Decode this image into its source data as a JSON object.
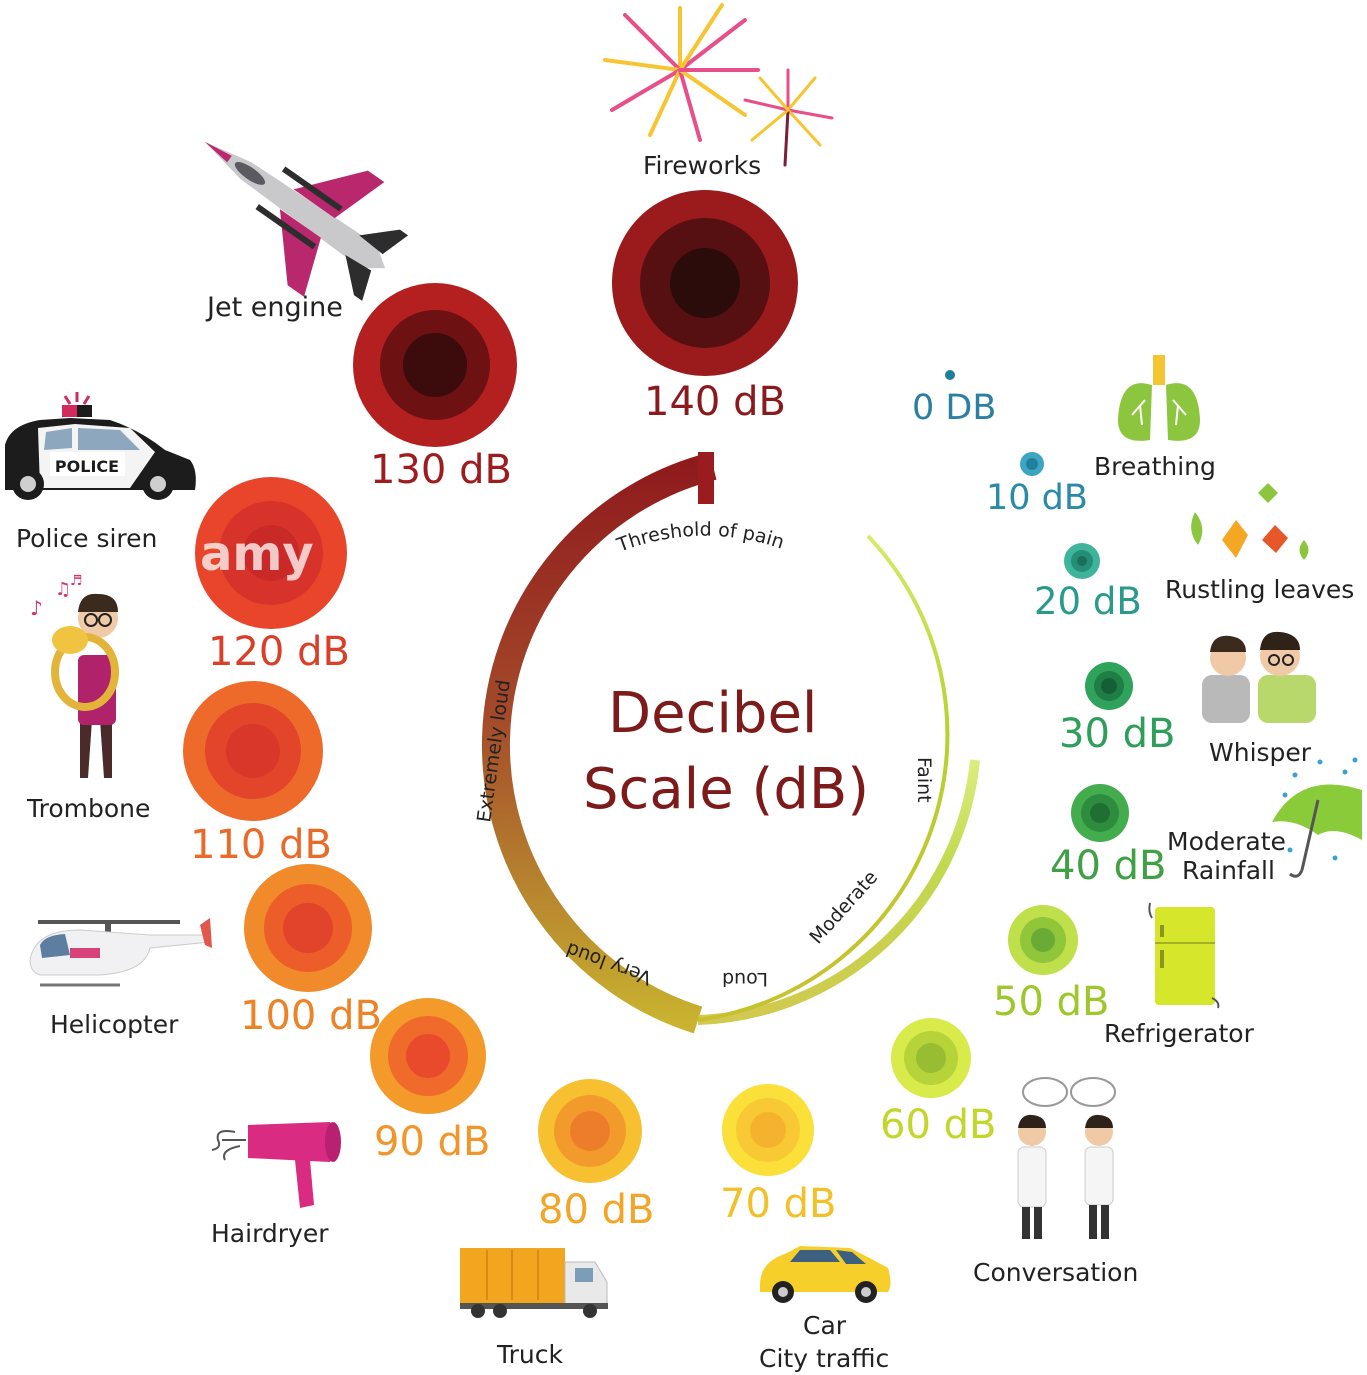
{
  "title_line1": "Decibel",
  "title_line2": "Scale (dB)",
  "ring_labels": {
    "threshold": "Threshold of pain",
    "extremely_loud": "Extremely loud",
    "very_loud": "Very loud",
    "loud": "Loud",
    "moderate": "Moderate",
    "faint": "Faint"
  },
  "levels": [
    {
      "db": "0 DB",
      "source": "",
      "color": "#2a7fa3"
    },
    {
      "db": "10 dB",
      "source": "Breathing",
      "color": "#2a8aa8"
    },
    {
      "db": "20 dB",
      "source": "Rustling leaves",
      "color": "#2a9a8c"
    },
    {
      "db": "30 dB",
      "source": "Whisper",
      "color": "#2f9e5a"
    },
    {
      "db": "40 dB",
      "source": "Moderate Rainfall",
      "color": "#3fa045"
    },
    {
      "db": "50 dB",
      "source": "Refrigerator",
      "color": "#9dc72a"
    },
    {
      "db": "60 dB",
      "source": "Conversation",
      "color": "#c3d62b"
    },
    {
      "db": "70 dB",
      "source": "Car City traffic",
      "color": "#f5c52a"
    },
    {
      "db": "80 dB",
      "source": "Truck",
      "color": "#f3a526"
    },
    {
      "db": "90 dB",
      "source": "Hairdryer",
      "color": "#f08c22"
    },
    {
      "db": "100 dB",
      "source": "Helicopter",
      "color": "#ee7a22"
    },
    {
      "db": "110 dB",
      "source": "Trombone",
      "color": "#ec6525"
    },
    {
      "db": "120 dB",
      "source": "Police siren",
      "color": "#e24a2a"
    },
    {
      "db": "130 dB",
      "source": "Jet engine",
      "color": "#9e1c1e"
    },
    {
      "db": "140 dB",
      "source": "Fireworks",
      "color": "#7a1416"
    }
  ],
  "sources": {
    "fireworks": "Fireworks",
    "jet_engine": "Jet engine",
    "police_siren": "Police siren",
    "trombone": "Trombone",
    "helicopter": "Helicopter",
    "hairdryer": "Hairdryer",
    "truck": "Truck",
    "car_line1": "Car",
    "car_line2": "City traffic",
    "conversation": "Conversation",
    "refrigerator": "Refrigerator",
    "rainfall_line1": "Moderate",
    "rainfall_line2": "Rainfall",
    "whisper": "Whisper",
    "rustling_leaves": "Rustling leaves",
    "breathing": "Breathing"
  },
  "police_car_text": "POLICE",
  "icons": {
    "fireworks": "fireworks-icon",
    "jet": "fighter-jet-icon",
    "police": "police-car-icon",
    "trombone": "trombone-player-icon",
    "helicopter": "helicopter-icon",
    "hairdryer": "hairdryer-icon",
    "truck": "truck-icon",
    "car": "car-icon",
    "conversation": "conversation-icon",
    "refrigerator": "refrigerator-icon",
    "rainfall": "umbrella-rain-icon",
    "whisper": "whisper-icon",
    "leaves": "leaves-icon",
    "breathing": "lungs-icon"
  }
}
